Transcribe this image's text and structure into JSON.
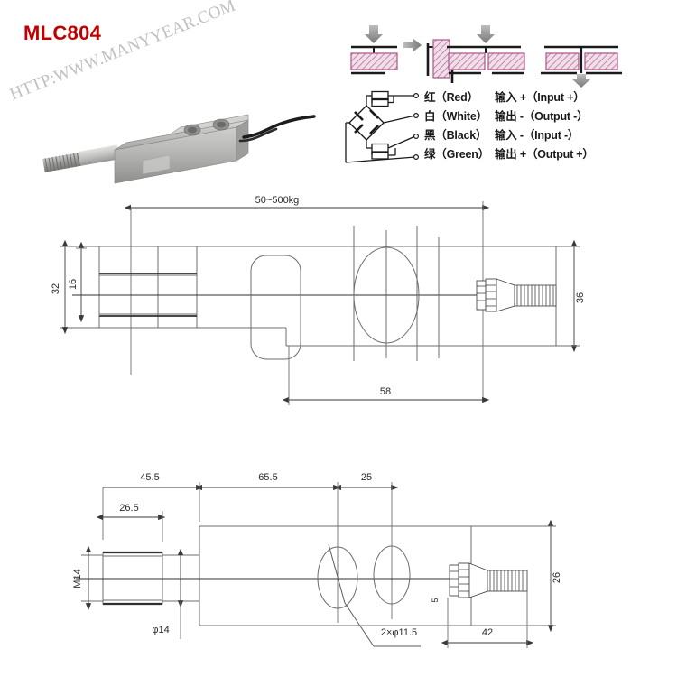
{
  "product": {
    "model": "MLC804",
    "model_color": "#c00000",
    "watermark": "HTTP:WWW.MANYYEAR.COM",
    "photo_icon": "load-cell-photo"
  },
  "mounting": {
    "label": "mounting-configuration-diagrams",
    "hatch_color": "#c97fa8",
    "arrow_color": "#8a8a8a",
    "configurations": [
      {
        "name": "single-block-top-load",
        "blocks": 1,
        "arrow": "down-top"
      },
      {
        "name": "rotated-block-side-load",
        "blocks": 1,
        "arrow": "right-side"
      },
      {
        "name": "dual-block-top-load",
        "blocks": 2,
        "arrow": "down-top"
      },
      {
        "name": "dual-block-bottom-load",
        "blocks": 2,
        "arrow": "down-bottom"
      }
    ]
  },
  "wiring": {
    "diagram_name": "wheatstone-bridge-diagram",
    "rows": [
      {
        "color": "红（Red）",
        "function": "输入 +（Input  +）"
      },
      {
        "color": "白（White）",
        "function": "输出 -（Output -）"
      },
      {
        "color": "黑（Black）",
        "function": "输入 -（Input  -）"
      },
      {
        "color": "绿（Green）",
        "function": "输出 +（Output +）"
      }
    ]
  },
  "drawing_top": {
    "name": "top-view-dimension-drawing",
    "dims": {
      "overall_length": "50~500kg",
      "slot_height": "16",
      "body_height": "32",
      "flange_height": "36",
      "mount_span": "58"
    }
  },
  "drawing_side": {
    "name": "side-view-dimension-drawing",
    "dims": {
      "thread_to_body": "45.5",
      "body_length": "65.5",
      "rear_length": "25",
      "thread_length": "26.5",
      "thread_spec": "M14",
      "shaft_dia": "φ14",
      "hole_spec": "2×φ11.5",
      "cable_gland": "42",
      "body_width": "26",
      "small_dim": "5"
    }
  }
}
